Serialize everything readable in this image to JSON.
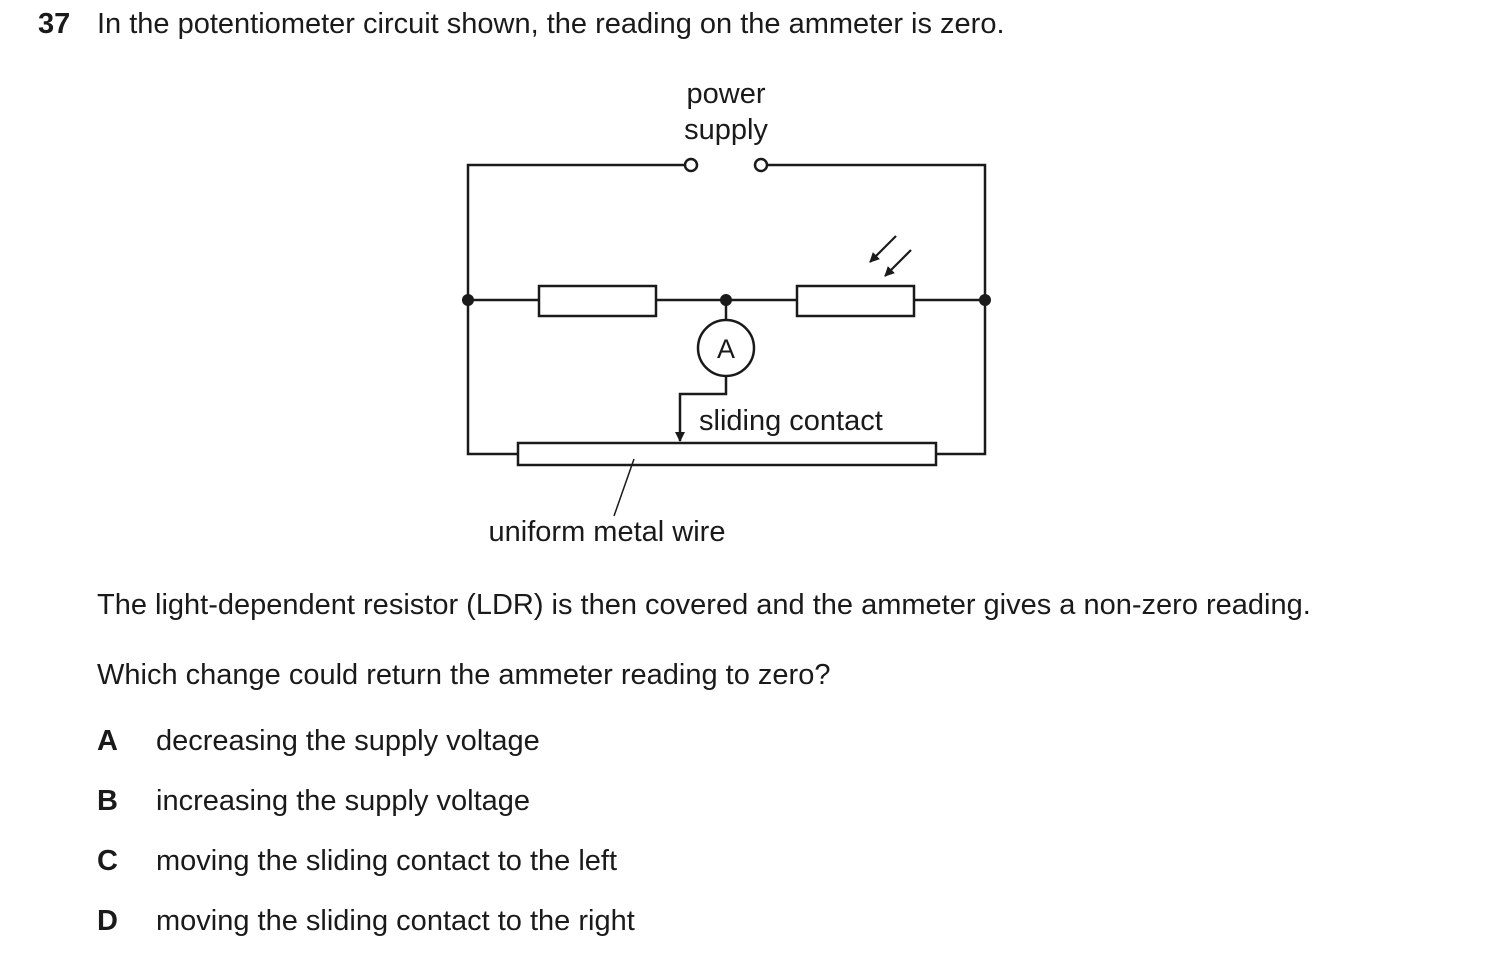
{
  "question": {
    "number": "37",
    "stem": "In the potentiometer circuit shown, the reading on the ammeter is zero."
  },
  "diagram": {
    "labels": {
      "power_line1": "power",
      "power_line2": "supply",
      "ammeter": "A",
      "sliding_contact": "sliding contact",
      "wire": "uniform metal wire"
    }
  },
  "body": {
    "paragraph1": "The light-dependent resistor (LDR) is then covered and the ammeter gives a non-zero reading.",
    "paragraph2": "Which change could return the ammeter reading to zero?"
  },
  "options": [
    {
      "letter": "A",
      "text": "decreasing the supply voltage"
    },
    {
      "letter": "B",
      "text": "increasing the supply voltage"
    },
    {
      "letter": "C",
      "text": "moving the sliding contact to the left"
    },
    {
      "letter": "D",
      "text": "moving the sliding contact to the right"
    }
  ]
}
